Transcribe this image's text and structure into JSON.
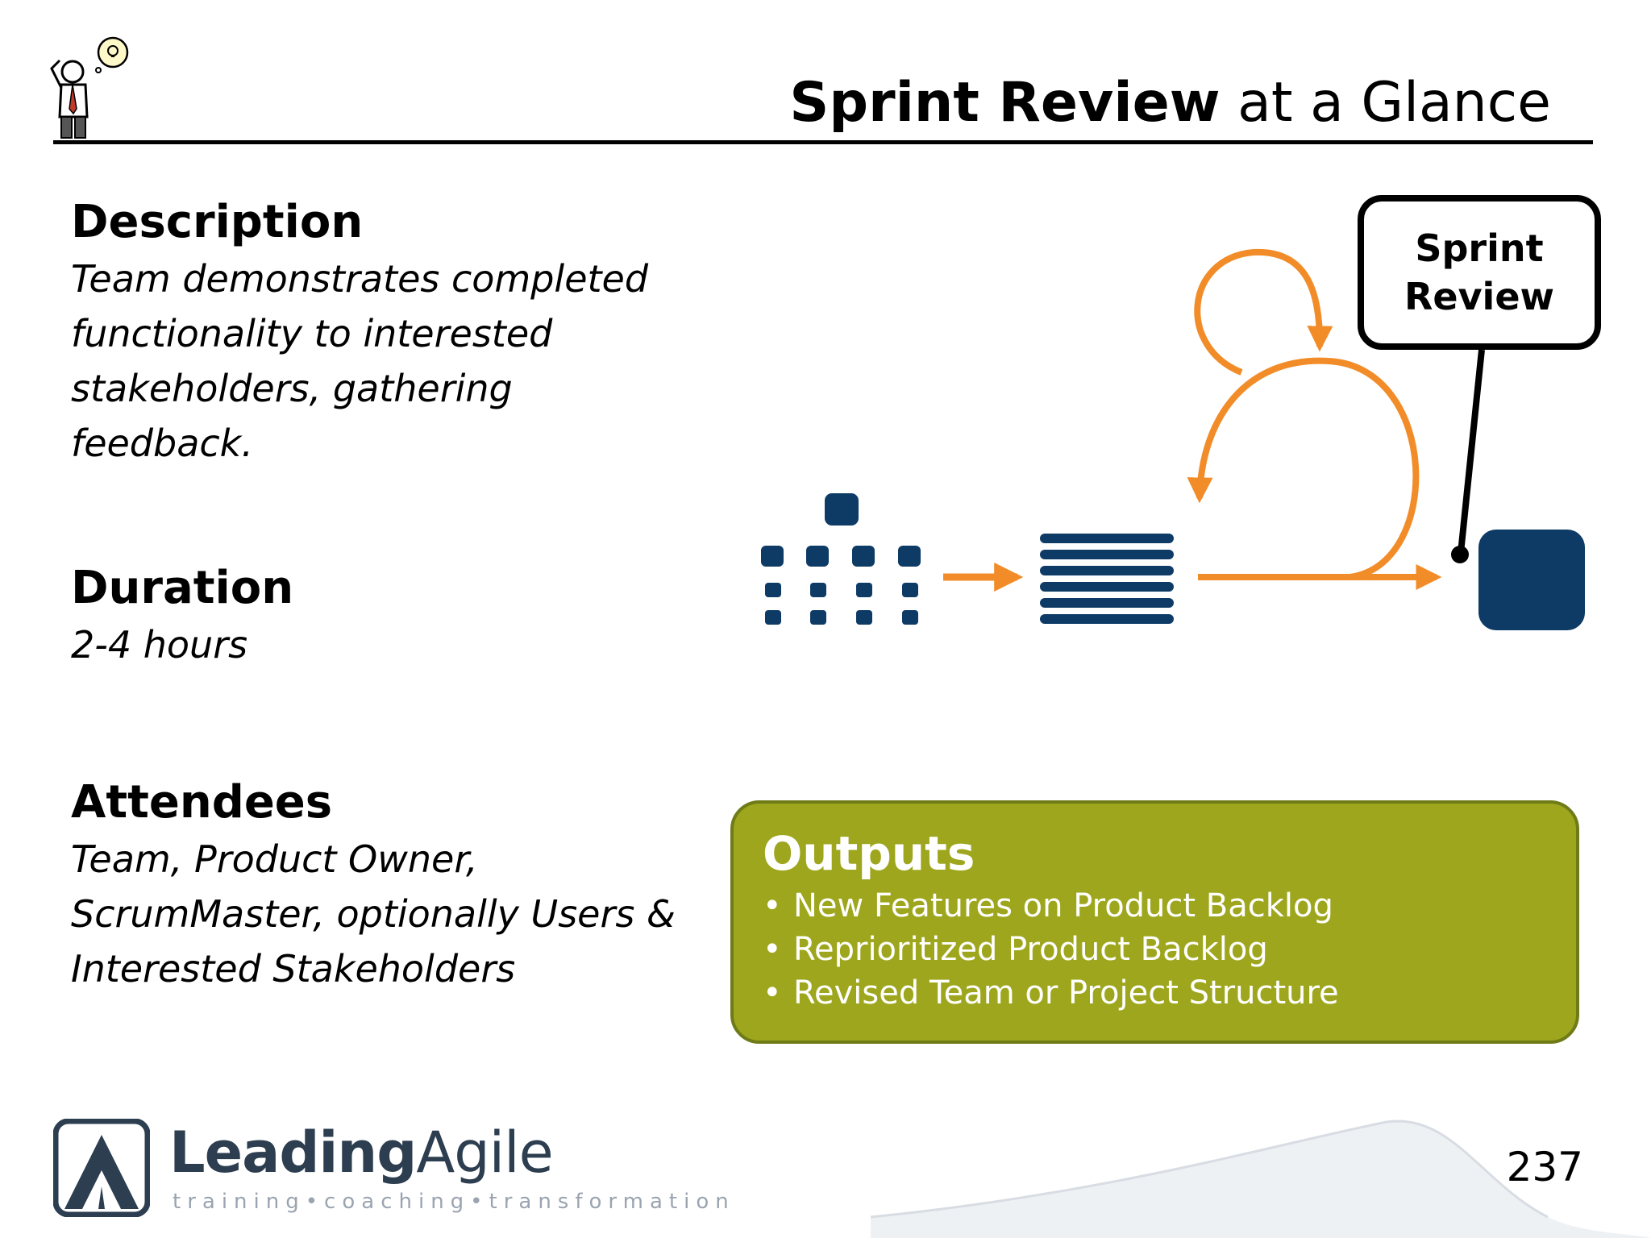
{
  "header": {
    "title_bold": "Sprint Review",
    "title_rest": " at a Glance"
  },
  "sections": {
    "description": {
      "heading": "Description",
      "body": "Team demonstrates completed functionality to interested stakeholders, gathering feedback."
    },
    "duration": {
      "heading": "Duration",
      "body": "2-4 hours"
    },
    "attendees": {
      "heading": "Attendees",
      "body": "Team, Product Owner, ScrumMaster, optionally Users & Interested Stakeholders"
    }
  },
  "diagram": {
    "callout_label": "Sprint\nReview",
    "colors": {
      "navy": "#0d3b66",
      "orange": "#f28c28"
    }
  },
  "outputs": {
    "heading": "Outputs",
    "items": [
      "New Features on Product Backlog",
      "Reprioritized Product Backlog",
      "Revised Team or Project Structure"
    ],
    "color": "#9ea61d"
  },
  "footer": {
    "logo_bold": "Leading",
    "logo_light": "Agile",
    "tagline": "training•coaching•transformation",
    "page_number": "237"
  }
}
